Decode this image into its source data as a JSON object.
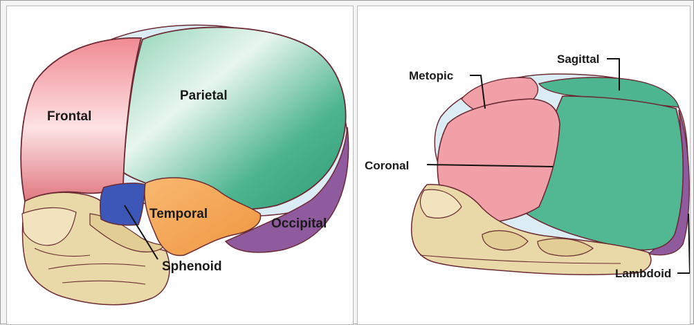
{
  "left_panel": {
    "labels": {
      "frontal": "Frontal",
      "parietal": "Parietal",
      "temporal": "Temporal",
      "occipital": "Occipital",
      "sphenoid": "Sphenoid"
    }
  },
  "right_panel": {
    "labels": {
      "metopic": "Metopic",
      "sagittal": "Sagittal",
      "coronal": "Coronal",
      "lambdoid": "Lambdoid"
    }
  },
  "colors": {
    "frontal": "#f0a0a6",
    "parietal": "#4db58f",
    "temporal": "#f4a85a",
    "occipital": "#8f5a9e",
    "sphenoid": "#3d57b8",
    "face": "#ead9a8",
    "fontanel": "#dcecf4",
    "outline": "#6b2a33"
  }
}
